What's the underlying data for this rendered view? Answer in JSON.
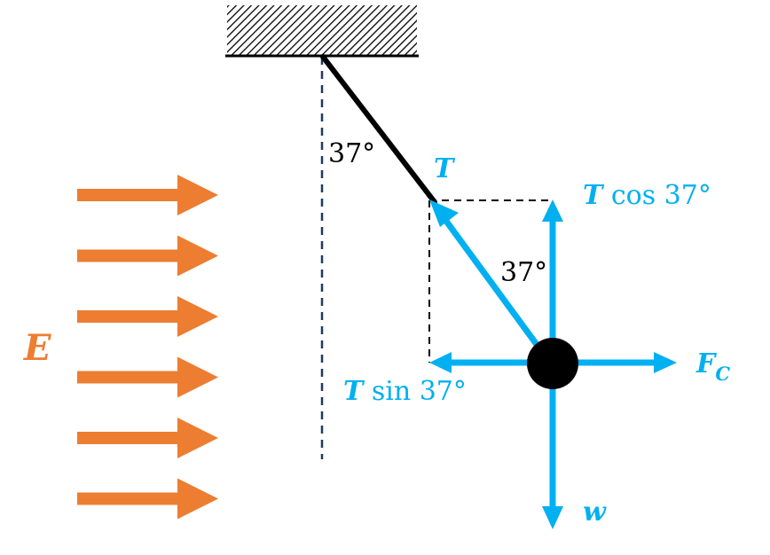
{
  "colors": {
    "field": "#ED7D31",
    "force": "#00B0F0",
    "ink": "#000000"
  },
  "labels": {
    "angle_top": "37°",
    "angle_mid": "37°",
    "tension": "T",
    "t_cos_symbol": "T",
    "t_cos_text": " cos 37°",
    "t_sin_symbol": "T",
    "t_sin_text": " sin 37°",
    "fc_symbol": "F",
    "fc_subscript": "C",
    "weight": "w",
    "field": "E"
  },
  "field_arrow_count": 6
}
